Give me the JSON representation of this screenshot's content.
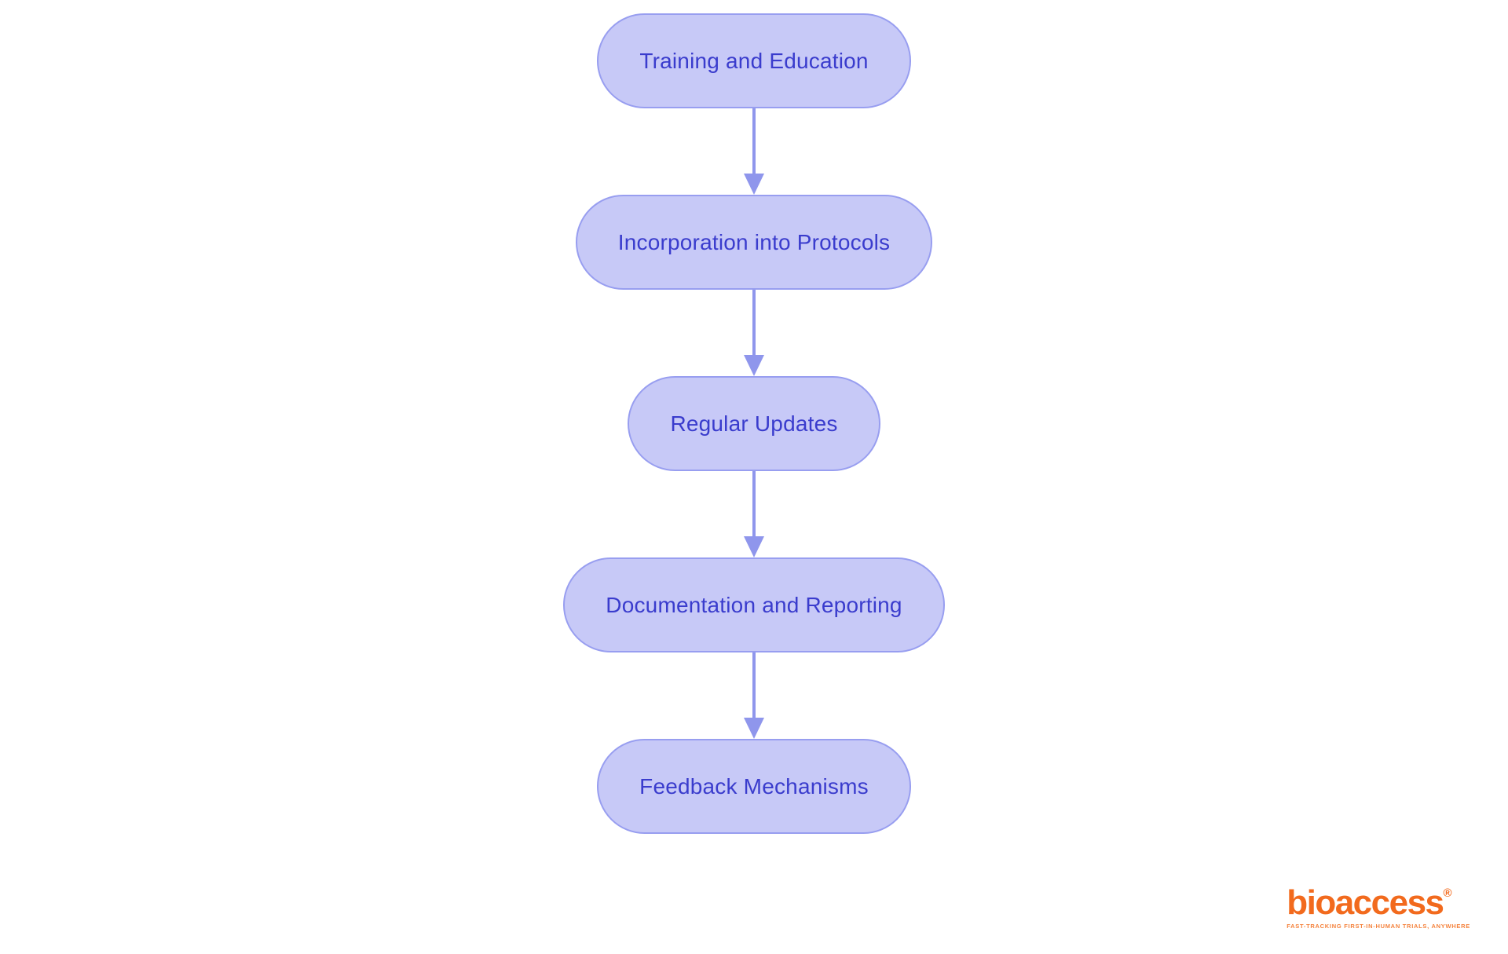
{
  "diagram": {
    "type": "flowchart",
    "direction": "top-down",
    "nodes": [
      {
        "label": "Training and Education"
      },
      {
        "label": "Incorporation into Protocols"
      },
      {
        "label": "Regular Updates"
      },
      {
        "label": "Documentation and Reporting"
      },
      {
        "label": "Feedback Mechanisms"
      }
    ],
    "edges": [
      {
        "from": "Training and Education",
        "to": "Incorporation into Protocols"
      },
      {
        "from": "Incorporation into Protocols",
        "to": "Regular Updates"
      },
      {
        "from": "Regular Updates",
        "to": "Documentation and Reporting"
      },
      {
        "from": "Documentation and Reporting",
        "to": "Feedback Mechanisms"
      }
    ],
    "colors": {
      "node_fill": "#c7c9f7",
      "node_border": "#989ef0",
      "node_text": "#3a3ccd",
      "arrow": "#8f96ec",
      "background": "#ffffff"
    }
  },
  "branding": {
    "logo_text": "bioaccess",
    "registered_mark": "®",
    "tagline": "FAST-TRACKING FIRST-IN-HUMAN TRIALS, ANYWHERE",
    "logo_color": "#f26a1d"
  }
}
